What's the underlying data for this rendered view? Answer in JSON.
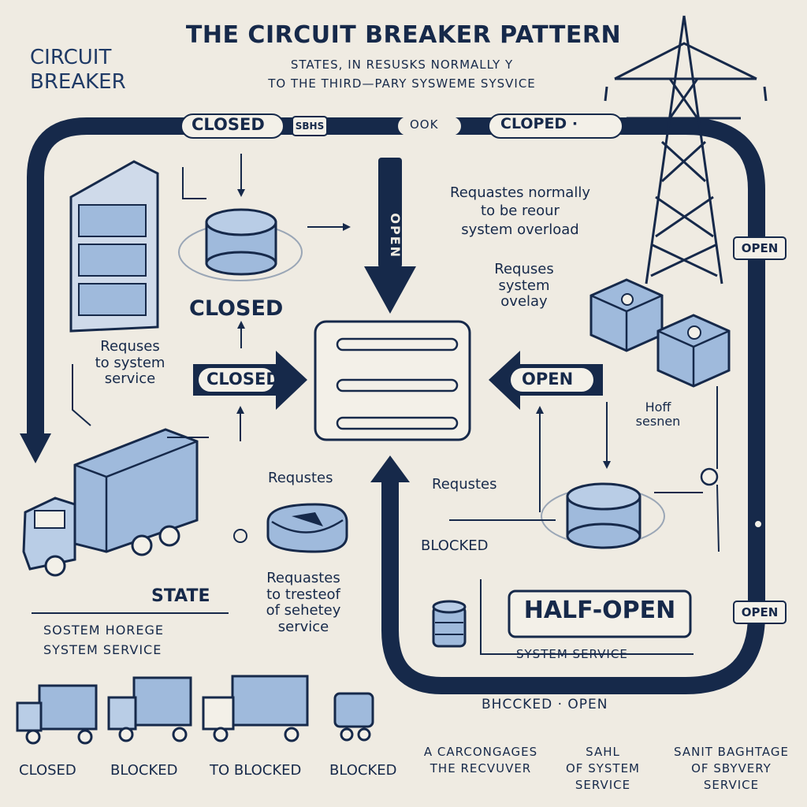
{
  "title": "THE CIRCUIT BREAKER PATTERN",
  "corner_label": [
    "CIRCUIT",
    "BREAKER"
  ],
  "subtitle": [
    "STATES, IN RESUSKS NORMALLY Y",
    "TO THE THIRD—PARY SYSWEME SYSVICE"
  ],
  "top_bar": {
    "closed": "CLOSED",
    "tag": "SBHS",
    "ok": "OOK",
    "cloped": "CLOPED ·"
  },
  "right_tags": {
    "open_upper": "OPEN",
    "open_lower": "OPEN"
  },
  "closed_node_label": "CLOSED",
  "arrow_closed": "CLOSED",
  "arrow_open": "OPEN",
  "vertical_label": "OPEN",
  "notes": {
    "requests_left": [
      "Requses",
      "to system",
      "service"
    ],
    "requests_top_right": [
      "Requastes normally",
      "to be reour",
      "system overload"
    ],
    "requests_overlay": [
      "Requses",
      "system",
      "ovelay"
    ],
    "half_session": [
      "Hoff",
      "sesnen"
    ],
    "requestes_mid": "Requstes",
    "requestes_right": "Requstes",
    "blocked_mid": "BLOCKED",
    "requests_trust": [
      "Requastes",
      "to tresteof",
      "of sehetey",
      "service"
    ]
  },
  "state_label": "STATE",
  "state_desc": [
    "SOSTEM HOREGE",
    "SYSTEM SERVICE"
  ],
  "half_open": "HALF-OPEN",
  "half_open_sub": "SYSTEM SERVICE",
  "bottom_loop": "BHCCKED · OPEN",
  "bottom_labels": [
    "CLOSED",
    "BLOCKED",
    "TO BLOCKED",
    "BLOCKED"
  ],
  "bottom_right": {
    "col1": [
      "A CARCONGAGES",
      "THE RECVUVER"
    ],
    "col2": [
      "SAHL",
      "OF SYSTEM",
      "SERVICE"
    ],
    "col3": [
      "SANIT BAGHTAGE",
      "OF SBYVERY",
      "SERVICE"
    ]
  },
  "colors": {
    "navy": "#16294a",
    "box_blue": "#9fbadc",
    "box_dark": "#6e8fb8",
    "bg": "#efebe2"
  }
}
